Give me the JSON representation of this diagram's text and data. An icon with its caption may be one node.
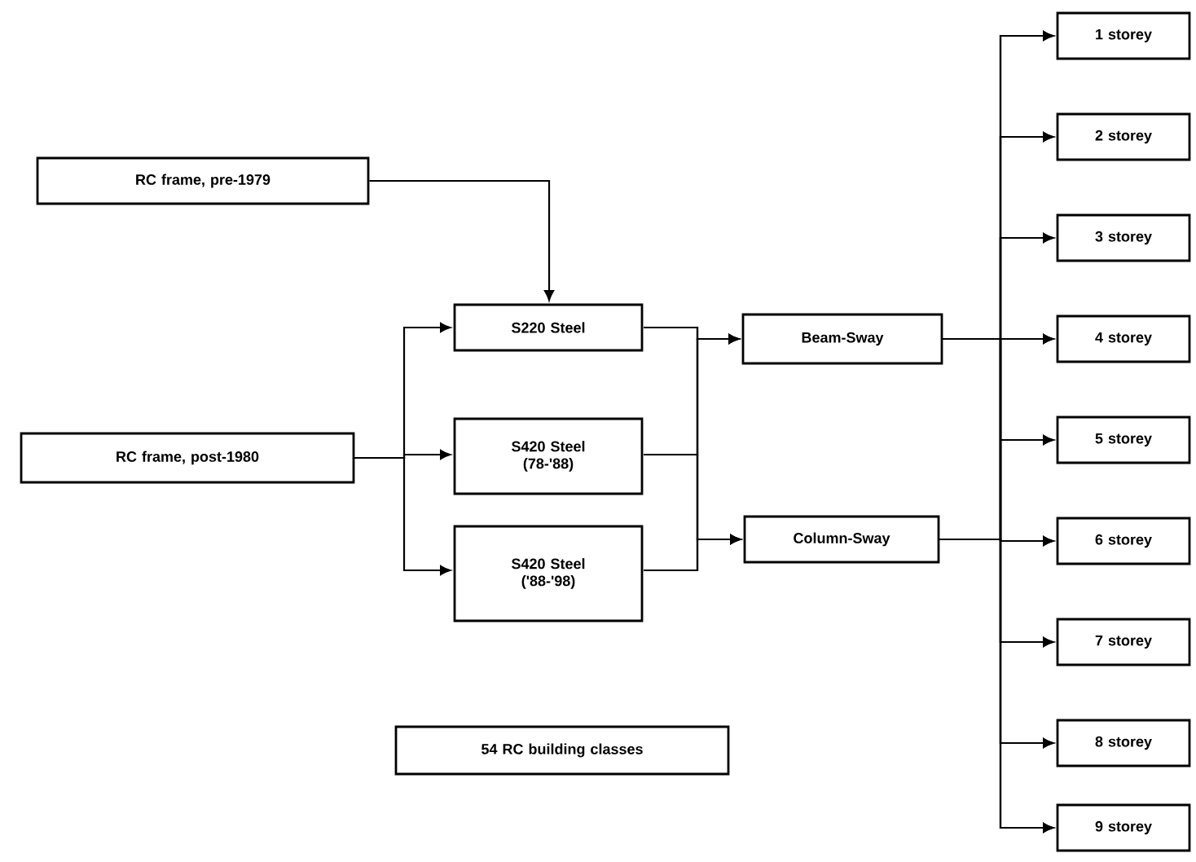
{
  "diagram": {
    "nodes": [
      {
        "text": [
          "RC frame, pre-1979"
        ]
      },
      {
        "text": [
          "RC frame, post-1980"
        ]
      },
      {
        "text": [
          "S220 Steel"
        ]
      },
      {
        "text": [
          "S420 Steel (78-'88)"
        ]
      },
      {
        "text": [
          "S420 Steel ('88-'98)"
        ]
      },
      {
        "text": [
          "Beam-Sway"
        ]
      },
      {
        "text": [
          "Column-Sway"
        ]
      },
      {
        "text": [
          "1 storey"
        ]
      },
      {
        "text": [
          "2 storey"
        ]
      },
      {
        "text": [
          "3 storey"
        ]
      },
      {
        "text": [
          "4 storey"
        ]
      },
      {
        "text": [
          "5 storey"
        ]
      },
      {
        "text": [
          "6 storey"
        ]
      },
      {
        "text": [
          "7 storey"
        ]
      },
      {
        "text": [
          "8 storey"
        ]
      },
      {
        "text": [
          "9 storey"
        ]
      },
      {
        "text": [
          "54 RC building classes"
        ]
      }
    ],
    "edges": [
      {
        "from": 0,
        "to": 2,
        "arrow": "to"
      },
      {
        "from": 1,
        "to": 2,
        "arrow": "to"
      },
      {
        "from": 1,
        "to": 3,
        "arrow": "to"
      },
      {
        "from": 1,
        "to": 4,
        "arrow": "to"
      },
      {
        "from": 2,
        "to": 5,
        "arrow": "to"
      },
      {
        "from": 3,
        "to": 5,
        "arrow": "to"
      },
      {
        "from": 4,
        "to": 5,
        "arrow": "to"
      },
      {
        "from": 2,
        "to": 6,
        "arrow": "to"
      },
      {
        "from": 3,
        "to": 6,
        "arrow": "to"
      },
      {
        "from": 4,
        "to": 6,
        "arrow": "to"
      },
      {
        "from": 5,
        "to": 7,
        "arrow": "to"
      },
      {
        "from": 5,
        "to": 8,
        "arrow": "to"
      },
      {
        "from": 5,
        "to": 9,
        "arrow": "to"
      },
      {
        "from": 5,
        "to": 10,
        "arrow": "to"
      },
      {
        "from": 5,
        "to": 11,
        "arrow": "to"
      },
      {
        "from": 5,
        "to": 12,
        "arrow": "to"
      },
      {
        "from": 5,
        "to": 13,
        "arrow": "to"
      },
      {
        "from": 5,
        "to": 14,
        "arrow": "to"
      },
      {
        "from": 5,
        "to": 15,
        "arrow": "to"
      },
      {
        "from": 6,
        "to": 7,
        "arrow": "to"
      },
      {
        "from": 6,
        "to": 8,
        "arrow": "to"
      },
      {
        "from": 6,
        "to": 9,
        "arrow": "to"
      },
      {
        "from": 6,
        "to": 10,
        "arrow": "to"
      },
      {
        "from": 6,
        "to": 11,
        "arrow": "to"
      },
      {
        "from": 6,
        "to": 12,
        "arrow": "to"
      },
      {
        "from": 6,
        "to": 13,
        "arrow": "to"
      },
      {
        "from": 6,
        "to": 14,
        "arrow": "to"
      },
      {
        "from": 6,
        "to": 15,
        "arrow": "to"
      }
    ]
  }
}
